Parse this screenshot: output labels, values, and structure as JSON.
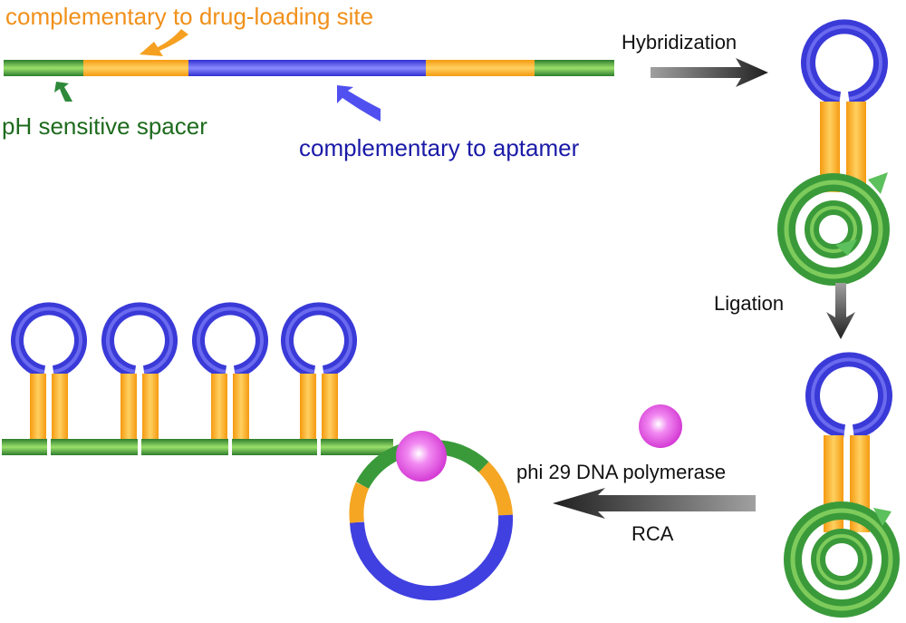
{
  "labels": {
    "drug_site": "complementary to drug-loading site",
    "spacer": "pH sensitive spacer",
    "aptamer": "complementary to aptamer",
    "hybridization": "Hybridization",
    "ligation": "Ligation",
    "polymerase": "phi 29 DNA polymerase",
    "rca": "RCA"
  },
  "colors": {
    "spacer_green": "#3a9a3a",
    "drug_orange": "#f5a623",
    "aptamer_blue": "#4040e0",
    "label_orange": "#f0901a",
    "label_green": "#1e6b1e",
    "label_blue": "#1a1aa8",
    "polymerase_magenta": "#e040e0",
    "arrow_gray": "#333333"
  },
  "steps": [
    "Hybridization",
    "Ligation",
    "RCA"
  ],
  "product_hairpin_count": 4
}
